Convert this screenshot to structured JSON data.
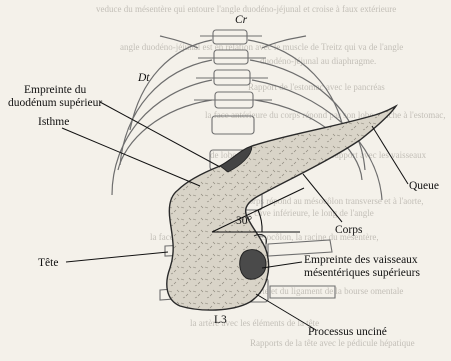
{
  "diagram": {
    "colors": {
      "background": "#f4f1ea",
      "ink": "#111111",
      "gland_fill": "#d8d3c7",
      "gland_stroke": "#2a2a2a",
      "bones": "#6e6e6e"
    },
    "labels": {
      "cr": "Cr",
      "dt": "Dt",
      "empreinte_duodenum": "Empreinte du\nduodénum supérieur",
      "isthme": "Isthme",
      "angle": "30°",
      "queue": "Queue",
      "corps": "Corps",
      "tete": "Tête",
      "empreinte_vaisseaux": "Empreinte des vaisseaux\nmésentériques supérieurs",
      "l3": "L3",
      "processus": "Processus unciné"
    },
    "background_text": [
      "veduce du mésentère qui entoure l'angle duodéno-jéjunal et croise à faux extérieure",
      "angle duodéno-jéjunal est en relation avec le muscle de Treitz qui va de l'angle",
      "duodéno-jéjunal au diaphragme.",
      "Rapport de l'estomac avec le pancréas",
      "la face antérieure du corps répond par son lobe gauche à l'estomac,",
      "de lobe, la face postérieure est en rapport avec les vaisseaux",
      "la face inférieure du corps répond au mésocôlon transverse et à l'aorte,",
      "au niveau de la veine cave inférieure, le long de l'angle",
      "la face antérieure répond au mésocôlon, la racine du mésentère,",
      "au contact de la veine porte et du ligament de la bourse omentale",
      "la artère avec les éléments de la tête",
      "Rapports de la tête avec le pédicule hépatique"
    ]
  }
}
